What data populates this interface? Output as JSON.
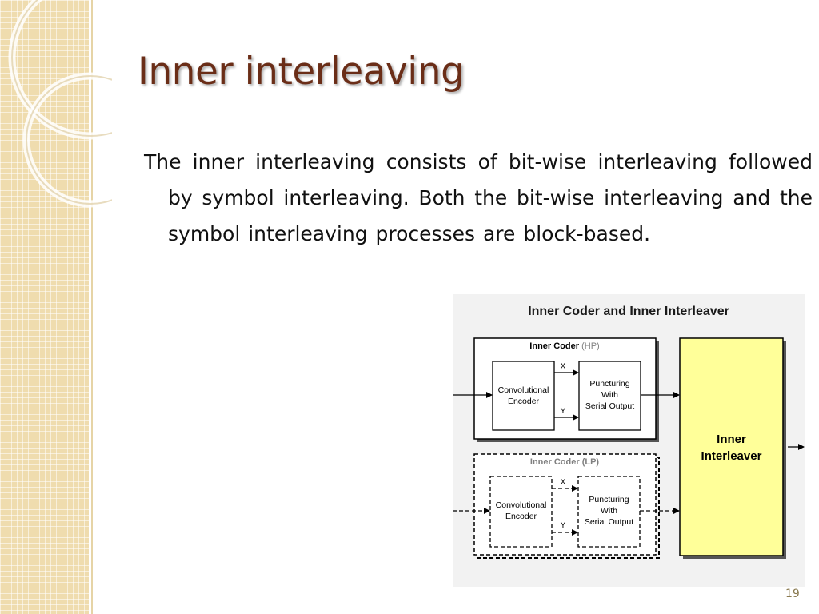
{
  "slide": {
    "title": "Inner interleaving",
    "body": "The inner interleaving consists of bit-wise interleaving followed by symbol interleaving. Both the bit-wise interleaving and the symbol interleaving processes are block-based.",
    "page_number": "19"
  },
  "diagram": {
    "title": "Inner Coder and Inner Interleaver",
    "hp_coder": {
      "label": "Inner Coder",
      "tag": "(HP)",
      "encoder": [
        "Convolutional",
        "Encoder"
      ],
      "x_label": "X",
      "y_label": "Y",
      "puncturing": [
        "Puncturing",
        "With",
        "Serial Output"
      ]
    },
    "lp_coder": {
      "label": "Inner Coder",
      "tag": "(LP)",
      "encoder": [
        "Convolutional",
        "Encoder"
      ],
      "x_label": "X",
      "y_label": "Y",
      "puncturing": [
        "Puncturing",
        "With",
        "Serial Output"
      ]
    },
    "interleaver": [
      "Inner",
      "Interleaver"
    ],
    "colors": {
      "interleaver_fill": "#ffff99",
      "hp_tag": "#808080",
      "title_text": "#1a1a1a",
      "slide_title": "#6a2d17",
      "side_panel": "#efdcae"
    }
  }
}
